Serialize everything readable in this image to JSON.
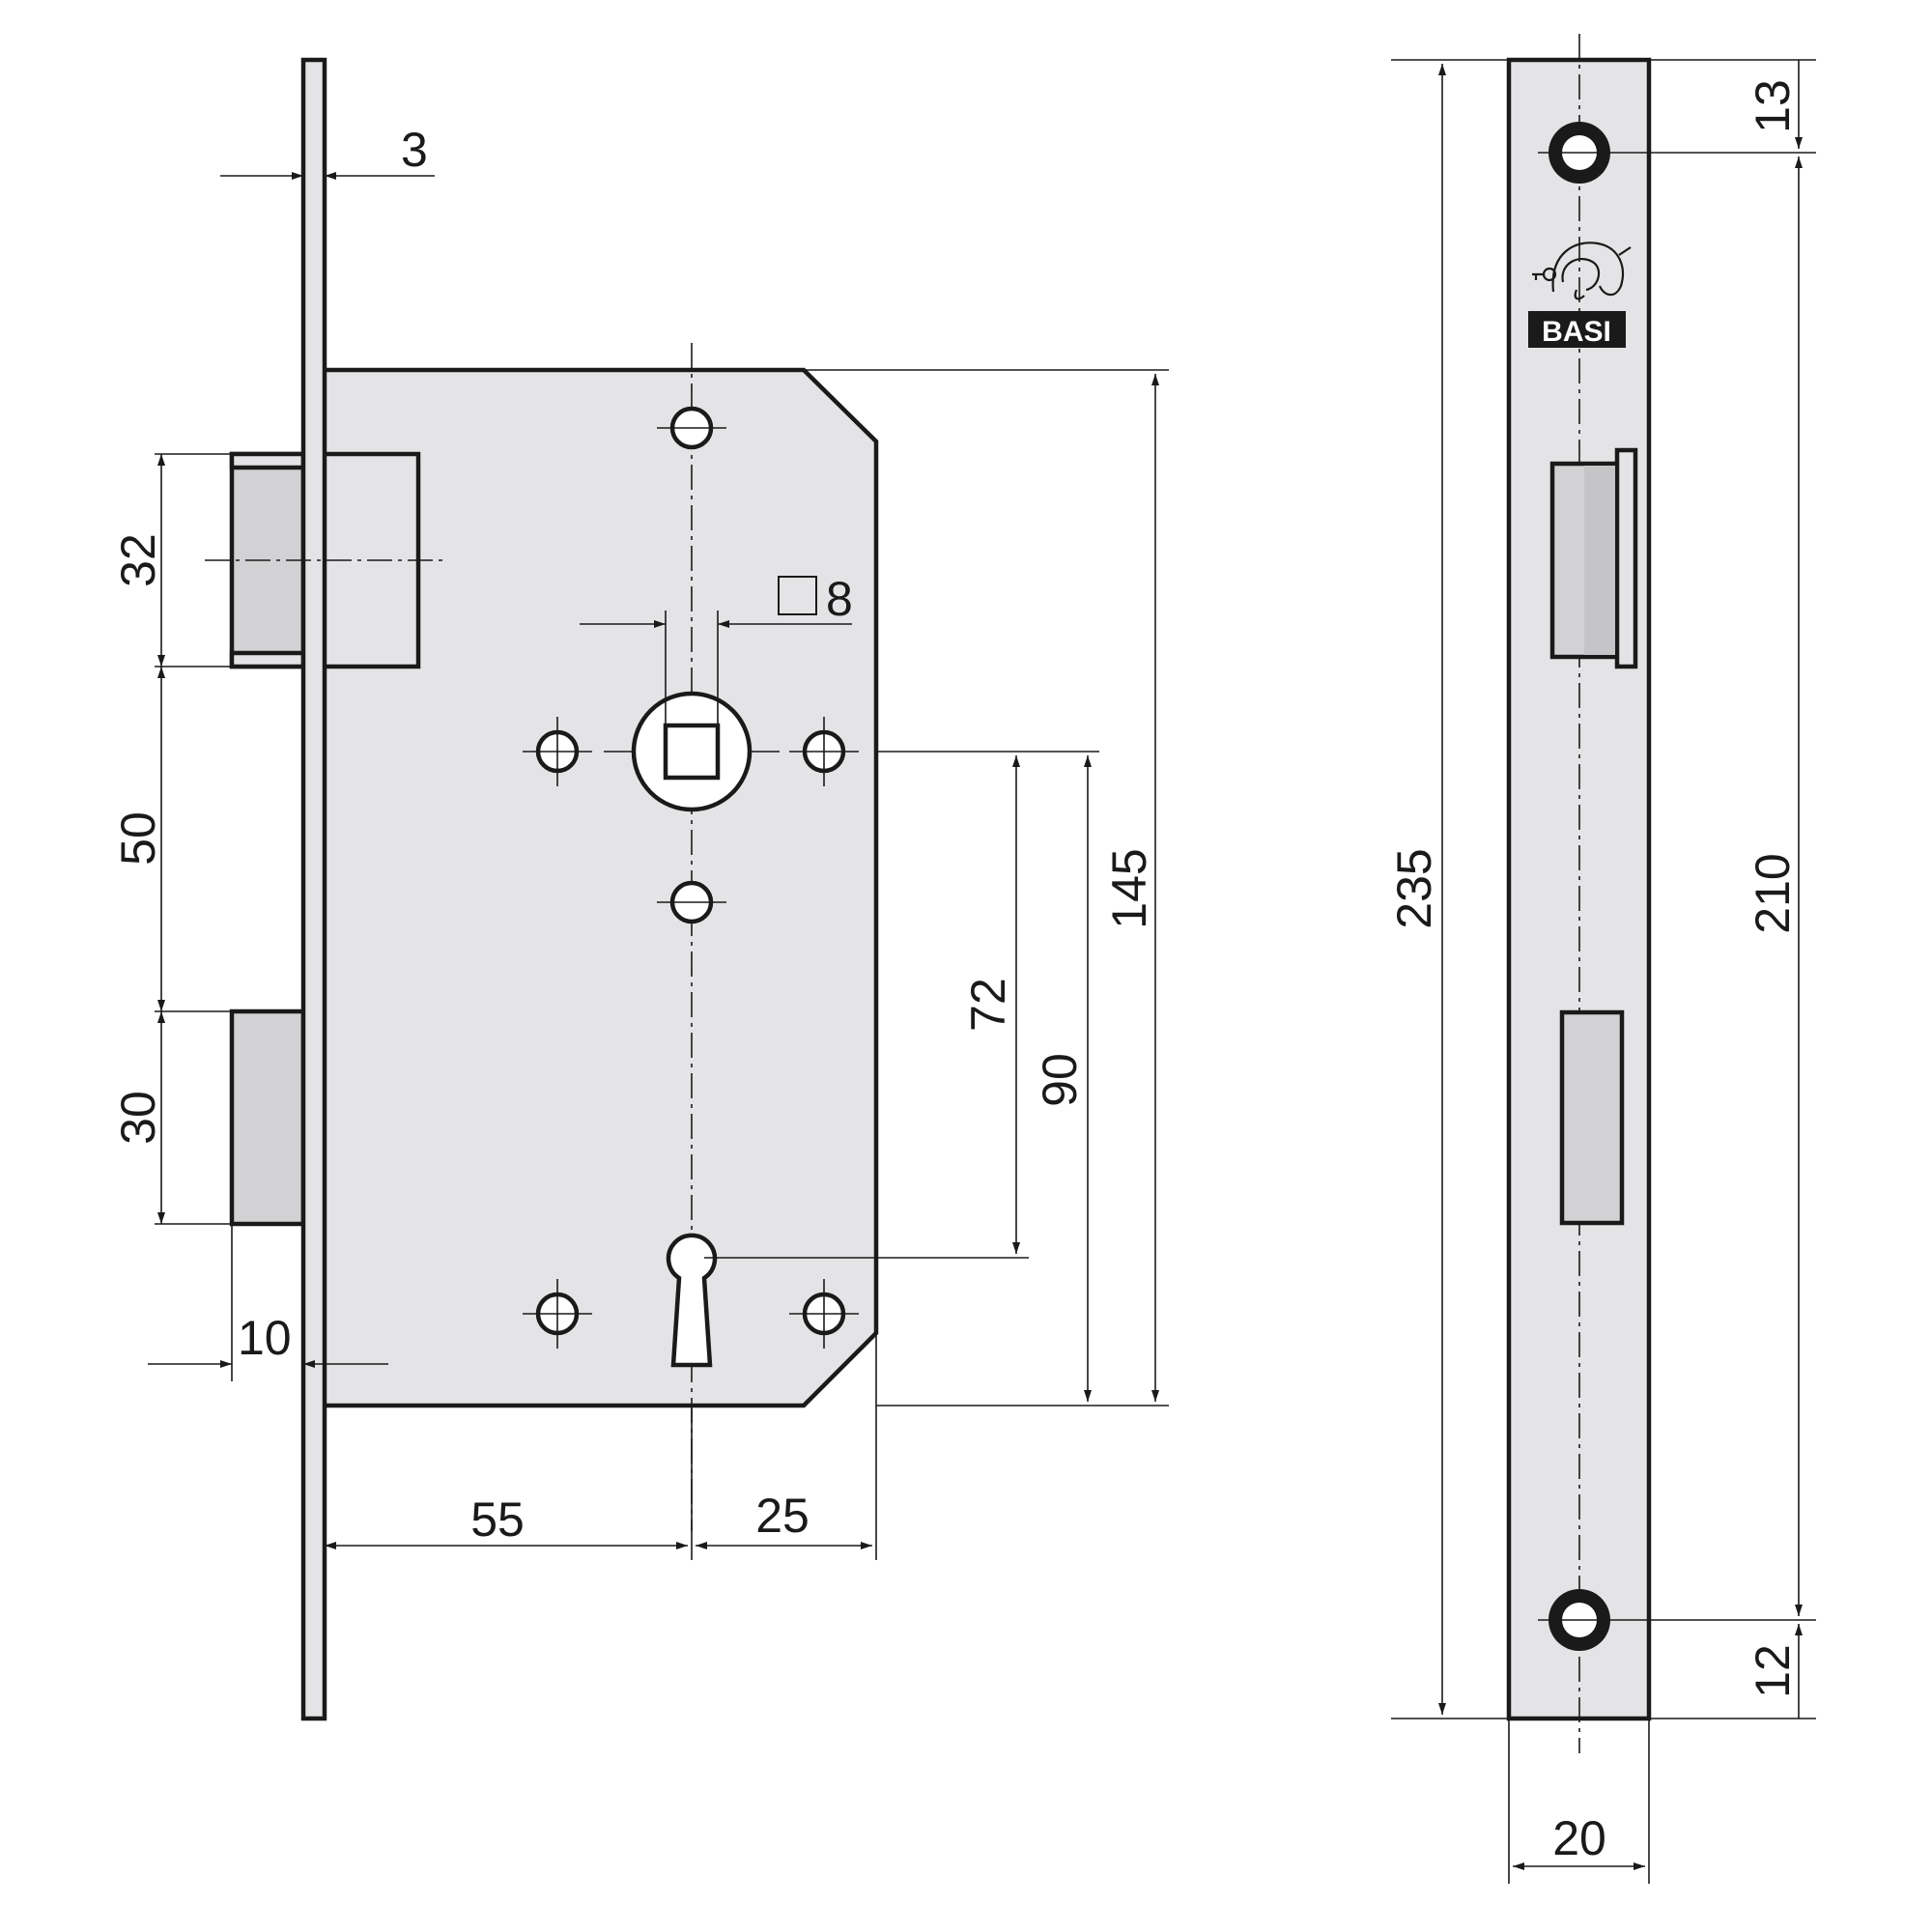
{
  "brand": {
    "name": "BASI",
    "logo_icon": "elephant-with-key-icon"
  },
  "dimensions": {
    "faceplate_thickness": "3",
    "latch_height": "32",
    "latch_to_bolt": "50",
    "bolt_height": "30",
    "bolt_throw": "10",
    "backset": "55",
    "body_right": "25",
    "spindle_square": "8",
    "handle_to_key": "72",
    "handle_to_bottom": "90",
    "case_height": "145",
    "faceplate_length": "235",
    "screw_spacing": "210",
    "top_screw_offset": "13",
    "bottom_screw_offset": "12",
    "faceplate_width": "20"
  },
  "colors": {
    "line": "#1a1a1a",
    "fill": "#e4e4e6",
    "bolt_fill": "#d2d2d4"
  }
}
